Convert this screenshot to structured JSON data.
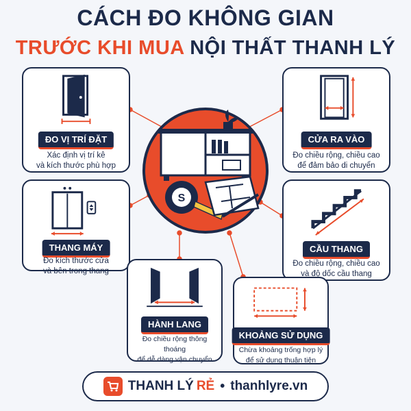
{
  "header": {
    "title_line1": "CÁCH ĐO KHÔNG GIAN",
    "title_line2_accent": "TRƯỚC KHI MUA",
    "title_line2_rest": "NỘI THẤT THANH LÝ"
  },
  "cards": {
    "position": {
      "label": "ĐO VỊ TRÍ ĐẶT",
      "desc1": "Xác định vị trí kê",
      "desc2": "và kích thước phù hợp"
    },
    "door": {
      "label": "CỬA RA VÀO",
      "desc1": "Đo chiều rộng, chiều cao",
      "desc2": "để đảm bảo di chuyển"
    },
    "elevator": {
      "label": "THANG MÁY",
      "desc1": "Đo kích thước cửa",
      "desc2": "và bên trong thang"
    },
    "stairs": {
      "label": "CẦU THANG",
      "desc1": "Đo chiều rộng, chiều cao",
      "desc2": "và độ dốc cầu thang"
    },
    "hall": {
      "label": "HÀNH LANG",
      "desc1": "Đo chiều rộng thông thoáng",
      "desc2": "để dễ dàng vận chuyển"
    },
    "space": {
      "label": "KHOẢNG SỬ DỤNG",
      "desc1": "Chừa khoảng trống hợp lý",
      "desc2": "để sử dụng thuận tiện"
    }
  },
  "footer": {
    "brand": "THANH LÝ",
    "brand_accent": "RẺ",
    "separator": "•",
    "site": "thanhlyre.vn"
  },
  "colors": {
    "navy": "#1c2a4a",
    "accent": "#e84c2b",
    "background": "#f4f6fa"
  }
}
